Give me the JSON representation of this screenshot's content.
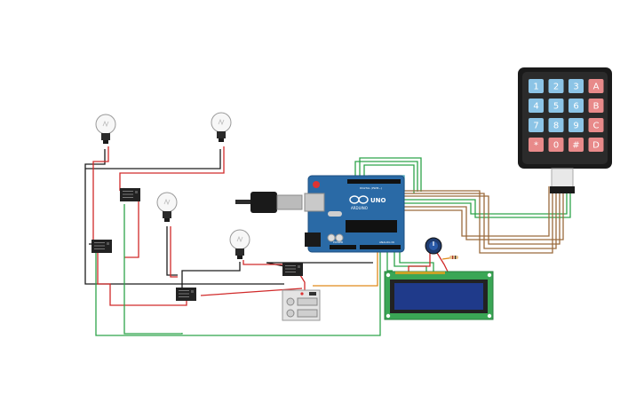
{
  "keypad": {
    "keys": [
      "1",
      "2",
      "3",
      "A",
      "4",
      "5",
      "6",
      "B",
      "7",
      "8",
      "9",
      "C",
      "*",
      "0",
      "#",
      "D"
    ],
    "colors": {
      "number": "#8cc4e6",
      "letter": "#e88a8a",
      "body": "#2b2b2b",
      "frame": "#1a1a1a"
    }
  },
  "arduino": {
    "brand": "UNO",
    "logo_text": "ARDUINO",
    "labels": {
      "digital": "DIGITAL (PWM~)",
      "analog": "ANALOG IN",
      "power": "POWER"
    },
    "color": "#2a6aa6"
  },
  "colors": {
    "wire_red": "#d12a2a",
    "wire_black": "#1c1c1c",
    "wire_green": "#2ea34a",
    "wire_brown": "#9a6a3c",
    "wire_orange": "#e08a1a",
    "wire_teal": "#40a0b0",
    "lcd_board": "#3aa655",
    "lcd_screen": "#1f3a8a",
    "relay": "#222222"
  }
}
